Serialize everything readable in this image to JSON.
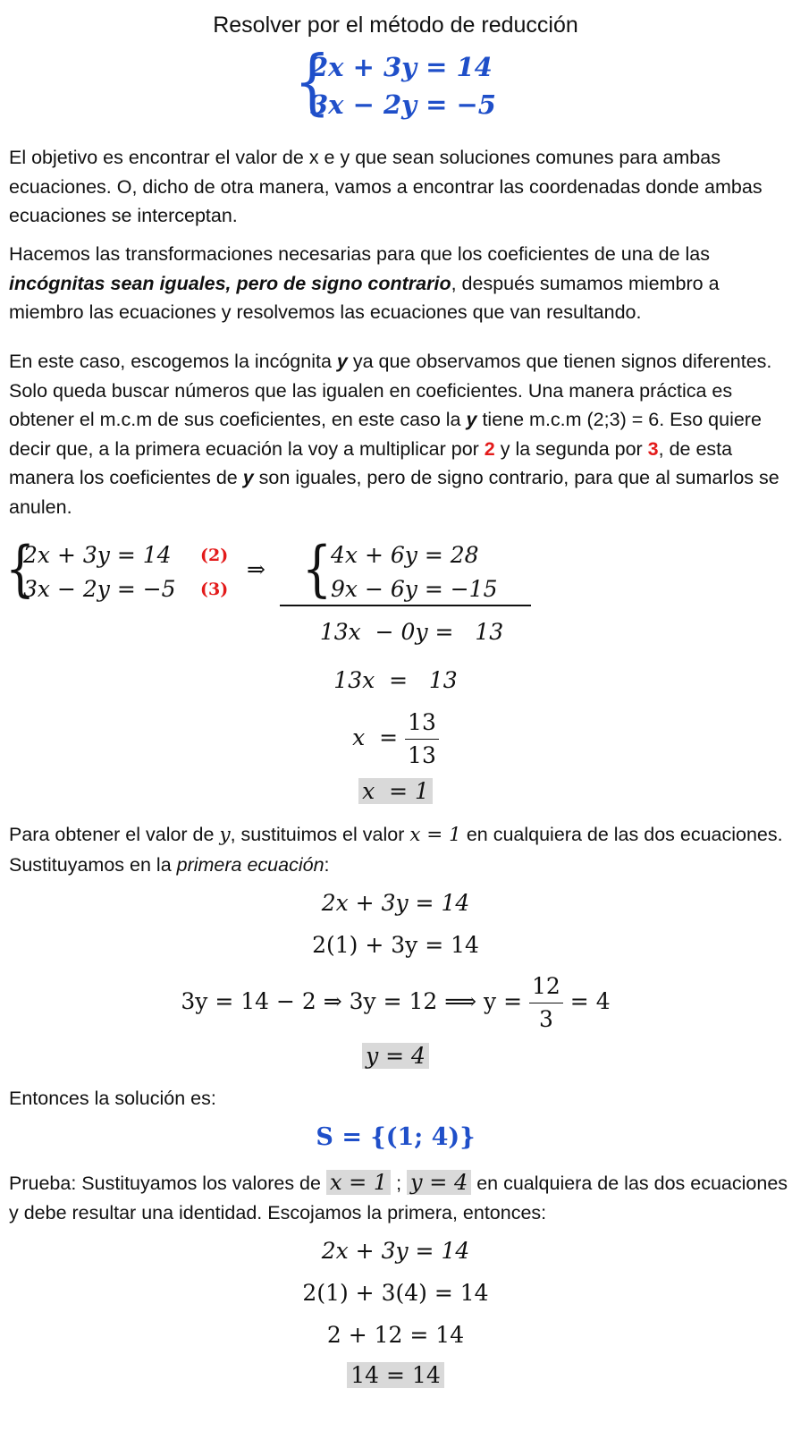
{
  "title": "Resolver por el método de reducción",
  "system": {
    "eq1": "2x + 3y = 14",
    "eq2": "3x − 2y = −5"
  },
  "p1": "El objetivo es encontrar el valor de x e y que sean soluciones comunes para ambas ecuaciones. O, dicho de otra manera, vamos a encontrar las coordenadas donde ambas ecuaciones se interceptan.",
  "p2": {
    "a": "Hacemos las transformaciones necesarias para que los coeficientes de una de las ",
    "b": "incógnitas sean iguales, pero de signo contrario",
    "c": ", después sumamos miembro a miembro las ecuaciones y resolvemos las ecuaciones que van resultando."
  },
  "p3": {
    "a": "En este caso, escogemos la incógnita ",
    "y": "y",
    "b": " ya que observamos que tienen signos diferentes. Solo queda buscar números que las igualen en coeficientes. Una manera práctica es obtener el m.c.m de sus coeficientes, en este caso la ",
    "c": " tiene m.c.m (2;3) = 6. Eso quiere decir que, a la primera ecuación la voy a multiplicar por ",
    "two": "2",
    "d": " y la segunda por ",
    "three": "3",
    "e": ", de esta manera los coeficientes de ",
    "f": " son iguales, pero de signo contrario, para que al sumarlos se anulen."
  },
  "reduction": {
    "left1": "2x + 3y = 14",
    "left2": "3x − 2y = −5",
    "mult1": "(2)",
    "mult2": "(3)",
    "arrow": "⇒",
    "right1": "4x + 6y = 28",
    "right2": "9x − 6y = −15",
    "sum": "13x  − 0y =   13",
    "step1": "13x  =   13",
    "frac_lhs": "x  =",
    "frac_num": "13",
    "frac_den": "13",
    "result_x": "x  = 1"
  },
  "p4": {
    "a": "Para obtener el valor de ",
    "y": "y",
    "b": ", sustituimos el valor ",
    "x1": "x = 1",
    "c": " en cualquiera de las dos ecuaciones. Sustituyamos en la ",
    "d": "primera ecuación",
    "e": ":"
  },
  "subst": {
    "l1": "2x + 3y = 14",
    "l2": "2(1) + 3y = 14",
    "l3a": "3y = 14 − 2 ⇒ 3y = 12 ⟹ y =",
    "l3num": "12",
    "l3den": "3",
    "l3b": "= 4",
    "result_y": "y = 4"
  },
  "p5": "Entonces la solución es:",
  "solution": "S = {(1; 4)}",
  "p6": {
    "a": "Prueba: Sustituyamos los valores de ",
    "x1": "x = 1",
    "sep": " ; ",
    "y4": "y = 4",
    "b": " en cualquiera de las dos ecuaciones y debe resultar una identidad. Escojamos la primera, entonces:"
  },
  "proof": {
    "l1": "2x + 3y = 14",
    "l2": "2(1) + 3(4) = 14",
    "l3": "2 + 12 = 14",
    "l4": "14 = 14"
  }
}
